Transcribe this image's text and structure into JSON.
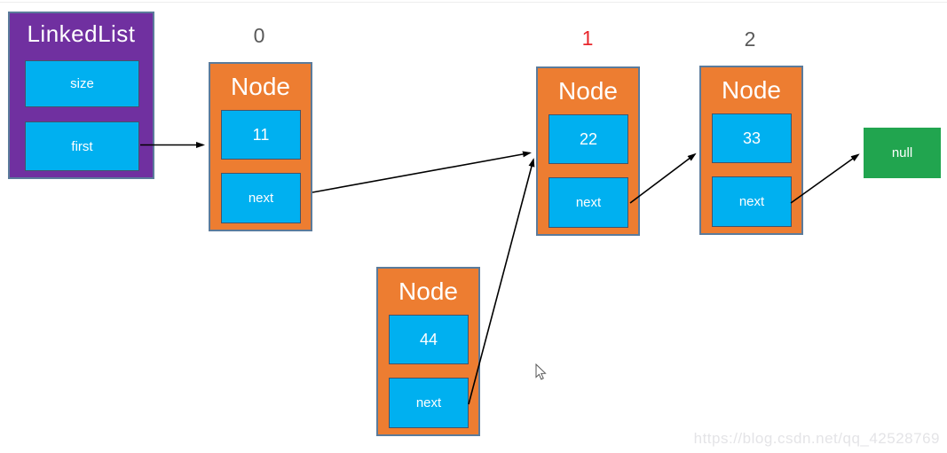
{
  "diagram": {
    "kind": "linked-list-structure",
    "linkedlist": {
      "title": "LinkedList",
      "fields": [
        {
          "label": "size"
        },
        {
          "label": "first"
        }
      ]
    },
    "nodes": [
      {
        "index": "0",
        "title": "Node",
        "value": "11",
        "pointer": "next"
      },
      {
        "index": "1",
        "title": "Node",
        "value": "22",
        "pointer": "next"
      },
      {
        "index": "2",
        "title": "Node",
        "value": "33",
        "pointer": "next"
      },
      {
        "index": "",
        "title": "Node",
        "value": "44",
        "pointer": "next"
      }
    ],
    "terminator": {
      "label": "null"
    },
    "arrows": [
      {
        "from": "linkedlist.first",
        "to": "node-0.value"
      },
      {
        "from": "node-0.next",
        "to": "node-1"
      },
      {
        "from": "node-44.next",
        "to": "node-1"
      },
      {
        "from": "node-1.next",
        "to": "node-2"
      },
      {
        "from": "node-2.next",
        "to": "null"
      }
    ],
    "colors": {
      "linkedlist_fill": "#7030A0",
      "node_fill": "#ED7D31",
      "cell_fill": "#00B0F0",
      "null_fill": "#21A54F",
      "outer_border": "#5b7b9b",
      "inner_border": "#44546a",
      "index_default": "#595959",
      "index_highlight": "#e8262b",
      "arrow": "#000000"
    }
  },
  "watermark": {
    "text": "https://blog.csdn.net/qq_42528769"
  }
}
